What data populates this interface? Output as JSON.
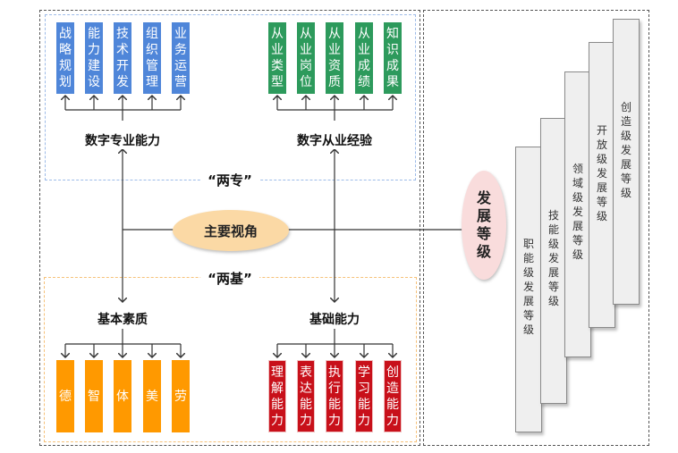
{
  "left_panel": {
    "top_group": {
      "label": "“两专”",
      "digital_professional_ability": {
        "title": "数字专业能力",
        "items": [
          "战略规划",
          "能力建设",
          "技术开发",
          "组织管理",
          "业务运营"
        ]
      },
      "digital_career_experience": {
        "title": "数字从业经验",
        "items": [
          "从业类型",
          "从业岗位",
          "从业资质",
          "从业成绩",
          "知识成果"
        ]
      }
    },
    "center": {
      "label": "主要视角"
    },
    "bottom_group": {
      "label": "“两基”",
      "basic_qualities": {
        "title": "基本素质",
        "items": [
          "德",
          "智",
          "体",
          "美",
          "劳"
        ]
      },
      "basic_abilities": {
        "title": "基础能力",
        "items": [
          "理解能力",
          "表达能力",
          "执行能力",
          "学习能力",
          "创造能力"
        ]
      }
    }
  },
  "right_panel": {
    "hub_label": "发展等级",
    "levels": [
      "职能级发展等级",
      "技能级发展等级",
      "领域级发展等级",
      "开放级发展等级",
      "创造级发展等级"
    ]
  },
  "colors": {
    "professional": "#4f86d9",
    "experience": "#2d9a5c",
    "qualities": "#ff9900",
    "abilities": "#c8101a",
    "center_ellipse": "#fbd9a5",
    "dev_ellipse": "#f9dcdc",
    "top_dashed_border": "#9dbbe8",
    "bottom_dashed_border": "#f6c178"
  }
}
